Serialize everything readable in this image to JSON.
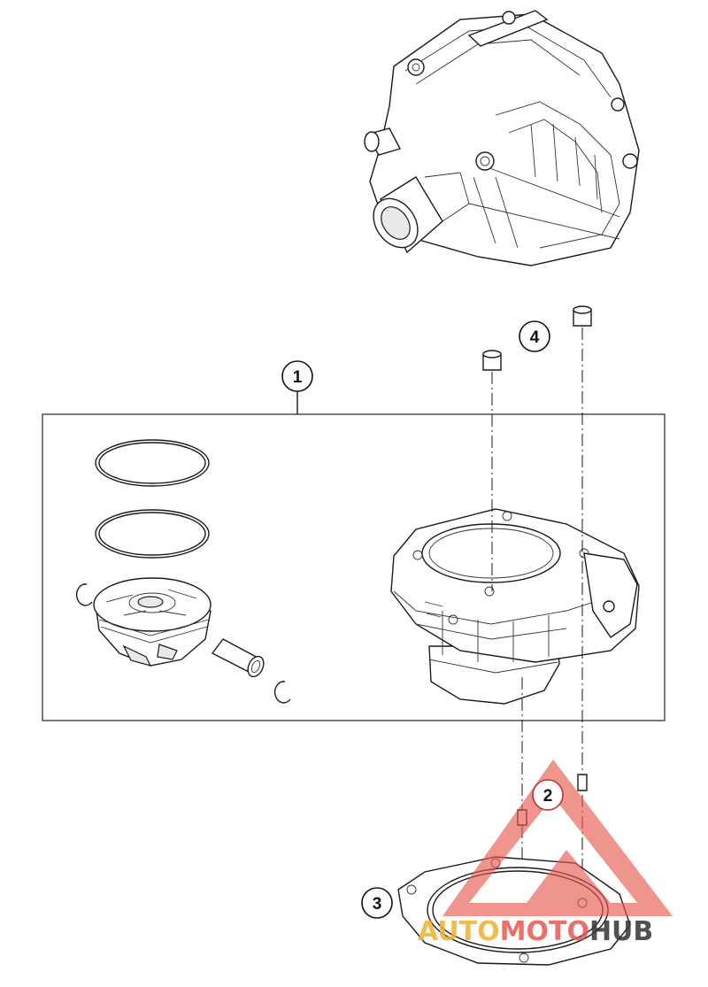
{
  "callouts": [
    {
      "id": "1",
      "label": "1"
    },
    {
      "id": "2",
      "label": "2"
    },
    {
      "id": "3",
      "label": "3"
    },
    {
      "id": "4",
      "label": "4"
    }
  ],
  "watermark": {
    "part1": "AUTO",
    "part2": "MOTO",
    "part3": "HUB",
    "colors": {
      "triangle": "#e8584f",
      "auto": "#f0b030",
      "moto": "#e8584f",
      "hub": "#333333"
    }
  }
}
